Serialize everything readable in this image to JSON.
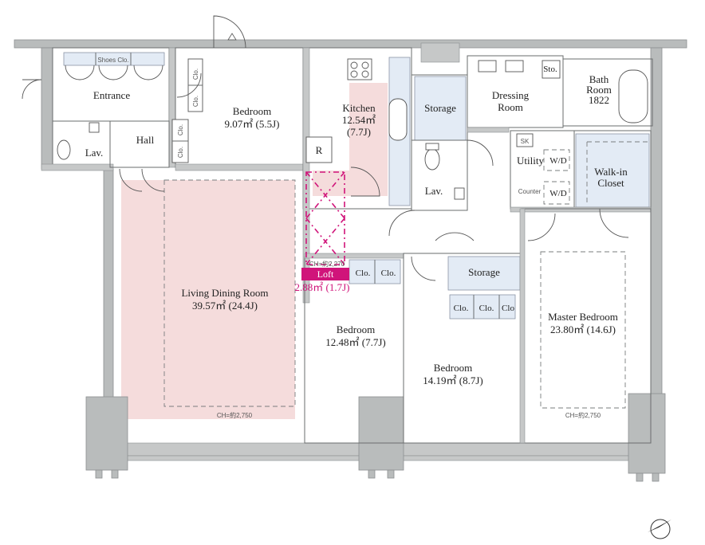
{
  "rooms": {
    "entrance": "Entrance",
    "shoes_closet": "Shoes Clo.",
    "hall": "Hall",
    "lav_left": "Lav.",
    "bedroom_top_name": "Bedroom",
    "bedroom_top_area": "9.07㎡ (5.5J)",
    "kitchen_name": "Kitchen",
    "kitchen_area": "12.54㎡",
    "kitchen_j": "(7.7J)",
    "refrigerator": "R",
    "storage_top": "Storage",
    "lav_mid": "Lav.",
    "dressing_line1": "Dressing",
    "dressing_line2": "Room",
    "sto": "Sto.",
    "bath_line1": "Bath",
    "bath_line2": "Room",
    "bath_size": "1822",
    "sk": "SK",
    "utility": "Utility",
    "wd1": "W/D",
    "wd2": "W/D",
    "counter": "Counter",
    "walkin_line1": "Walk-in",
    "walkin_line2": "Closet",
    "living_name": "Living Dining Room",
    "living_area": "39.57㎡ (24.4J)",
    "living_ch": "CH=約2,750",
    "loft_label": "Loft",
    "loft_area": "2.88㎡ (1.7J)",
    "loft_ch": "CH=約2,270",
    "bedroom_mid_name": "Bedroom",
    "bedroom_mid_area": "12.48㎡ (7.7J)",
    "storage_mid": "Storage",
    "bedroom_right_name": "Bedroom",
    "bedroom_right_area": "14.19㎡ (8.7J)",
    "master_name": "Master Bedroom",
    "master_area": "23.80㎡ (14.6J)",
    "master_ch": "CH=約2,750"
  },
  "closets": {
    "clo": "Clo.",
    "clo_short": "Clo"
  },
  "colors": {
    "wall": "#b9bcbc",
    "living_floor": "#f5dcdc",
    "storage_fill": "#e3ebf5",
    "loft_accent": "#d0147a"
  },
  "icons": {
    "compass": "north-arrow-icon",
    "entry_marker": "triangle-up-icon"
  }
}
